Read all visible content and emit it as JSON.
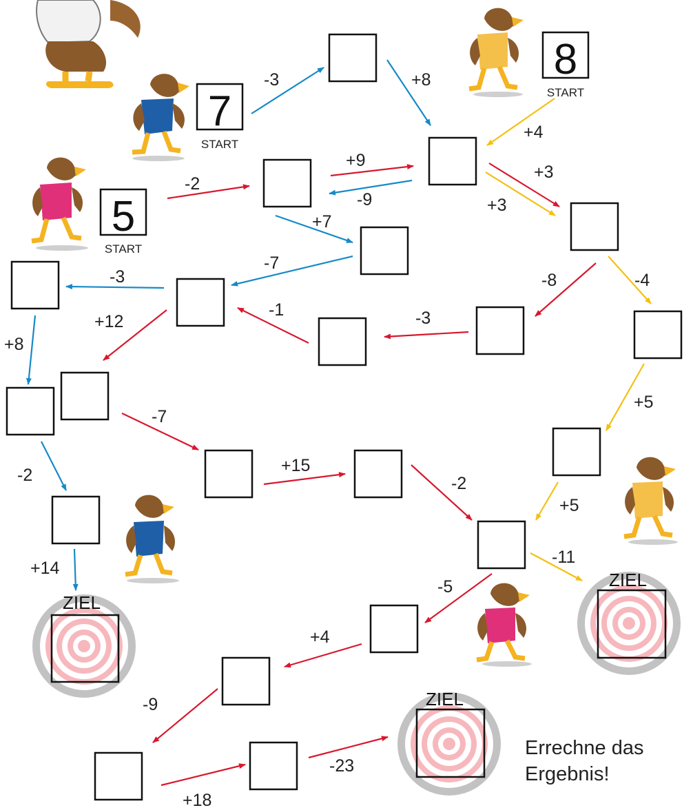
{
  "colors": {
    "blue": "#1589c9",
    "red": "#d8182e",
    "yellow": "#f4c011"
  },
  "start_label": "START",
  "goal_label": "ZIEL",
  "starts": [
    {
      "name": "start-7",
      "value": "7",
      "runner": "blue"
    },
    {
      "name": "start-8",
      "value": "8",
      "runner": "yellow"
    },
    {
      "name": "start-5",
      "value": "5",
      "runner": "pink"
    }
  ],
  "operations": [
    "-3",
    "+8",
    "+4",
    "+9",
    "-9",
    "+3",
    "+3",
    "-2",
    "+7",
    "-7",
    "-3",
    "+12",
    "-1",
    "-3",
    "-8",
    "-4",
    "+8",
    "-7",
    "+5",
    "+15",
    "-2",
    "+5",
    "-2",
    "-11",
    "-5",
    "+14",
    "+4",
    "-9",
    "+18",
    "-23"
  ],
  "instruction": [
    "Errechne das",
    "Ergebnis!"
  ]
}
